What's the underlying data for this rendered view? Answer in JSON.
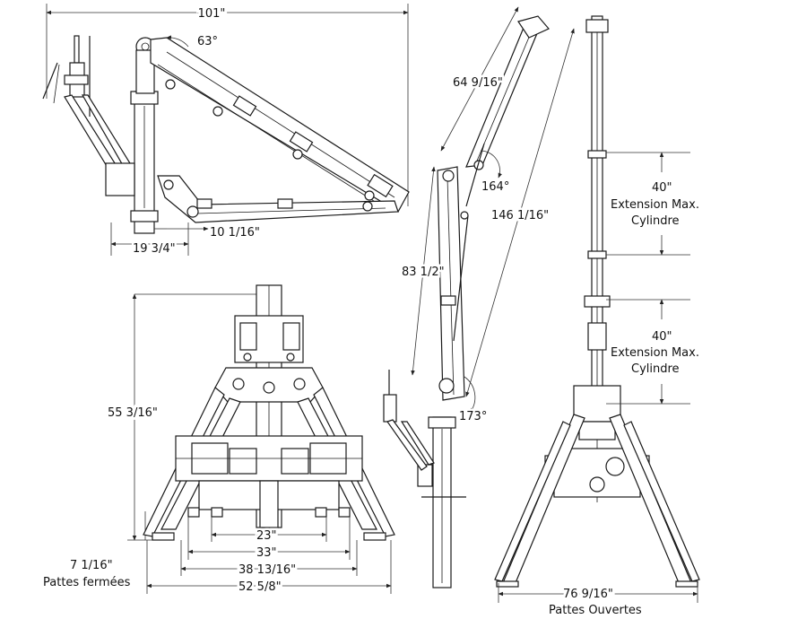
{
  "side_view": {
    "overall_width": "101\"",
    "boom_angle": "63°",
    "base_width": "19 3/4\"",
    "base_offset": "10 1/16\""
  },
  "front_view": {
    "height": "55 3/16\"",
    "legs_closed_height": "7 1/16\"",
    "legs_closed_label": "Pattes fermées",
    "width_inner": "23\"",
    "width_mid": "33\"",
    "width_outer": "38 13/16\"",
    "width_overall": "52 5/8\""
  },
  "extended_view": {
    "jib_length": "64 9/16\"",
    "jib_angle": "164°",
    "total_length": "146 1/16\"",
    "boom_length": "83 1/2\"",
    "base_angle": "173°"
  },
  "side_extended_view": {
    "cyl_extension_1_value": "40\"",
    "cyl_extension_1_label": "Extension Max.",
    "cyl_extension_1_label2": "Cylindre",
    "cyl_extension_2_value": "40\"",
    "cyl_extension_2_label": "Extension Max.",
    "cyl_extension_2_label2": "Cylindre",
    "legs_open_width": "76 9/16\"",
    "legs_open_label": "Pattes Ouvertes"
  }
}
